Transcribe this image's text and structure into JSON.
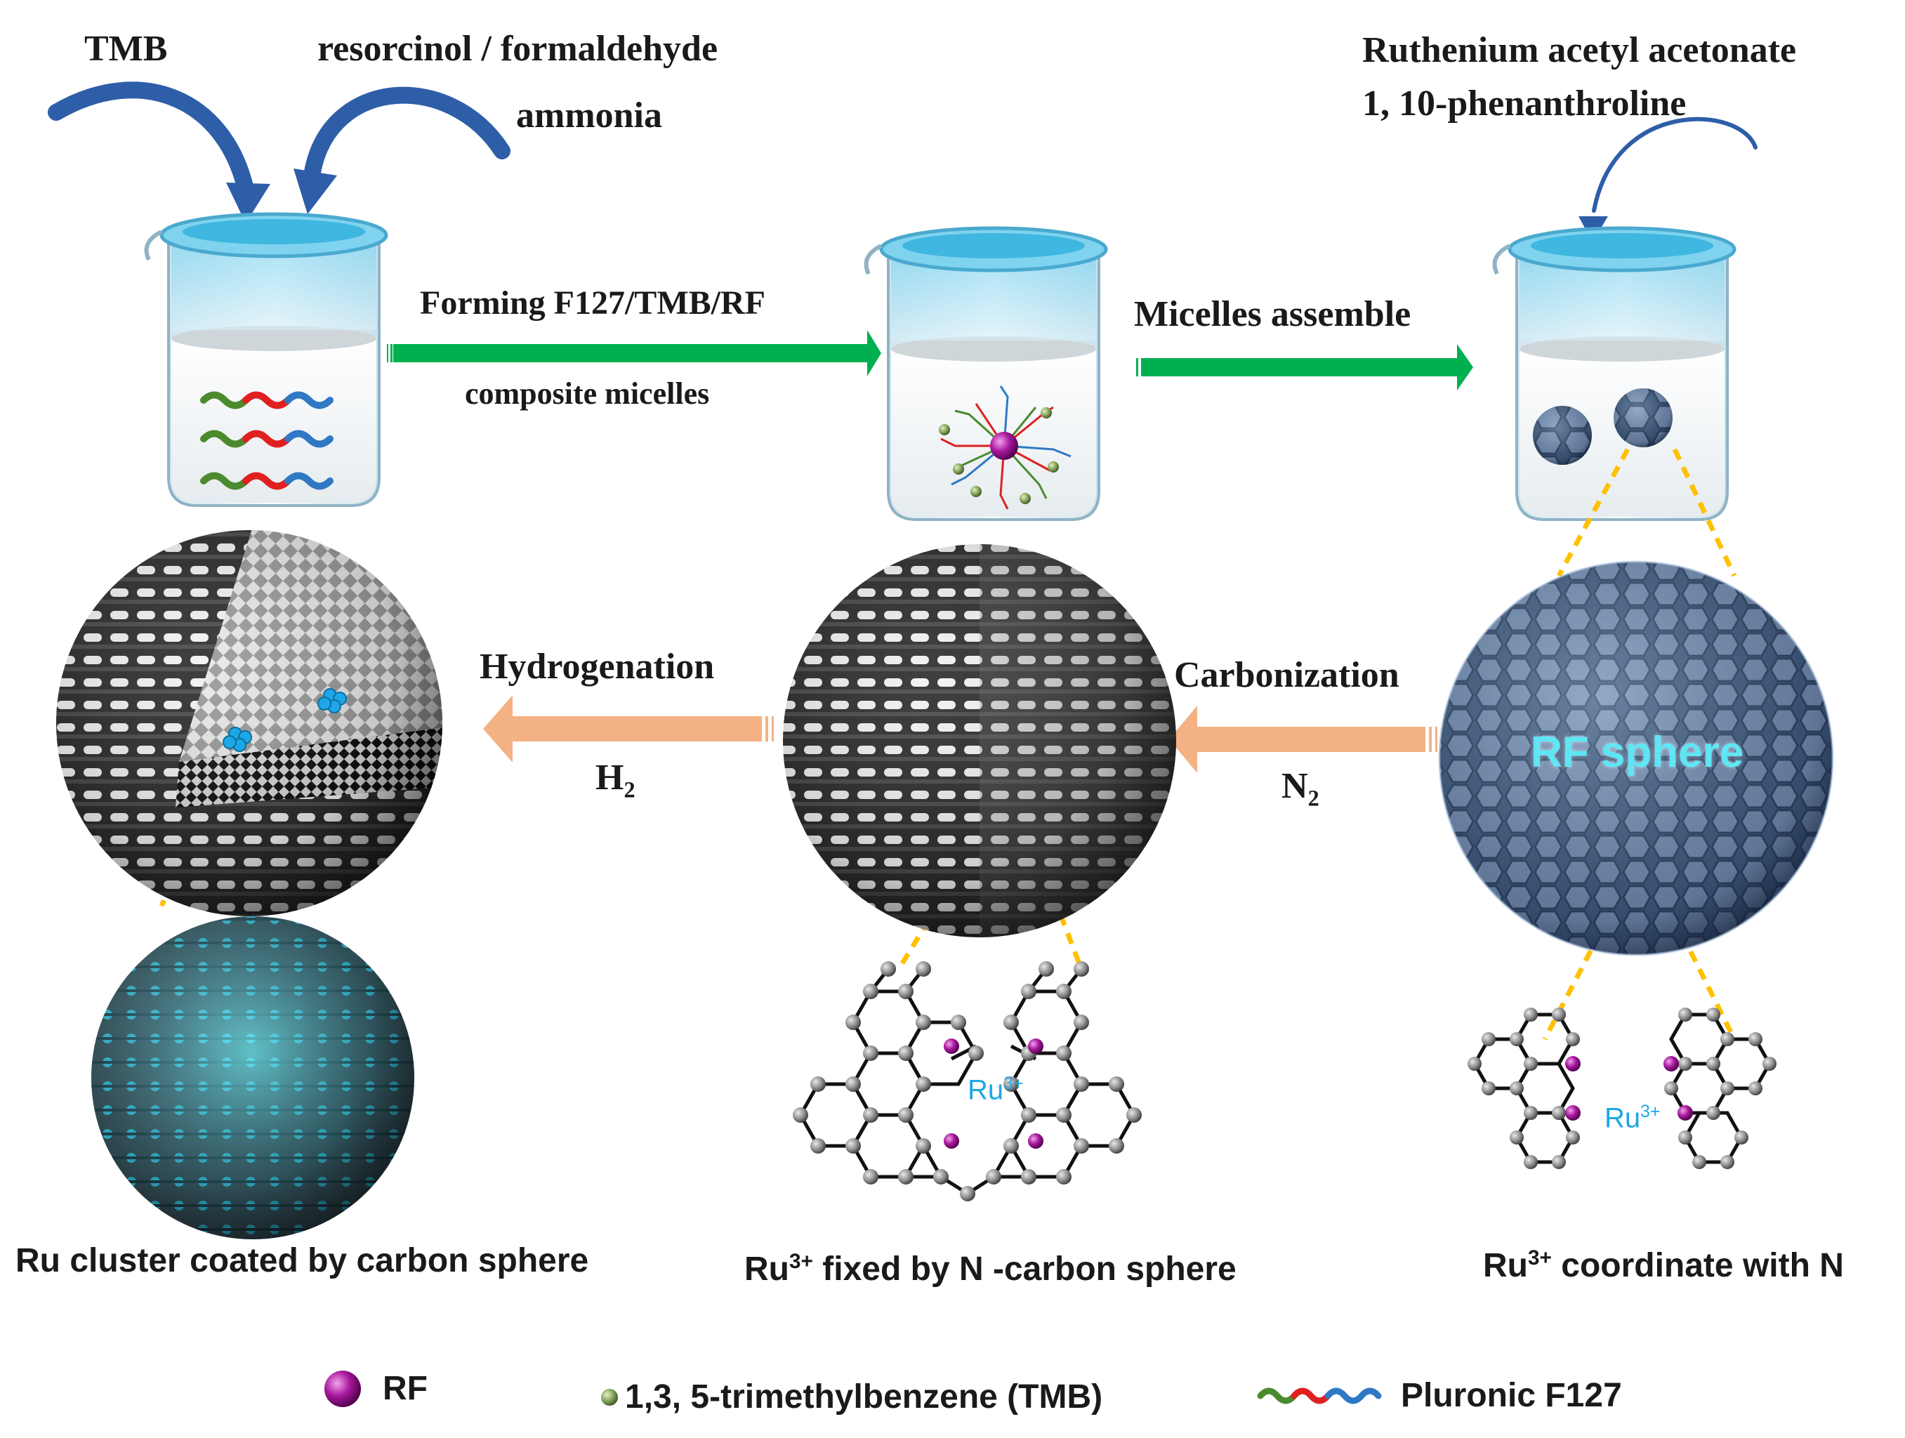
{
  "reagents": {
    "tmb": "TMB",
    "rf_line1": "resorcinol / formaldehyde",
    "rf_line2": "ammonia",
    "ru_line1": "Ruthenium acetyl acetonate",
    "ru_line2": "1, 10-phenanthroline"
  },
  "steps": {
    "step1_line1": "Forming F127/TMB/RF",
    "step1_line2": "composite micelles",
    "step2": "Micelles assemble",
    "step3": "Carbonization",
    "step3_gas": "N",
    "step3_gas_sub": "2",
    "step4": "Hydrogenation",
    "step4_gas": "H",
    "step4_gas_sub": "2"
  },
  "labels": {
    "rf_sphere": "RF sphere",
    "ru_ion": "Ru",
    "ru_ion_sup": "3+",
    "caption_left": "Ru cluster coated by carbon sphere",
    "caption_mid_pre": "Ru",
    "caption_mid_sup": "3+",
    "caption_mid_post": " fixed by N -carbon sphere",
    "caption_right_pre": "Ru",
    "caption_right_sup": "3+",
    "caption_right_post": " coordinate with N"
  },
  "legend": [
    {
      "icon": "rf-purple-ball",
      "label": "RF"
    },
    {
      "icon": "tmb-green-dot",
      "label": "1,3, 5-trimethylbenzene (TMB)"
    },
    {
      "icon": "f127-chain",
      "label": "Pluronic F127"
    }
  ],
  "colors": {
    "arrow_green": "#00b050",
    "arrow_orange": "#f4b183",
    "reagent_arrow": "#2e5ea8",
    "dash_orange": "#ffc000",
    "purple": "#a8189c",
    "cyan": "#1ea7e6"
  }
}
